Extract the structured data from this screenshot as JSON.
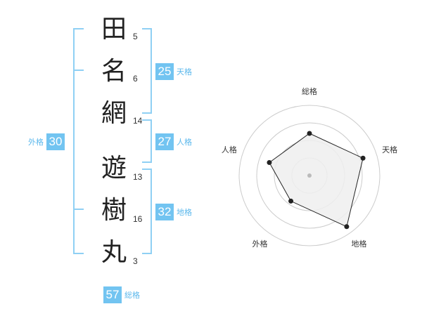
{
  "characters": [
    {
      "char": "田",
      "strokes": "5"
    },
    {
      "char": "名",
      "strokes": "6"
    },
    {
      "char": "網",
      "strokes": "14"
    },
    {
      "char": "遊",
      "strokes": "13"
    },
    {
      "char": "樹",
      "strokes": "16"
    },
    {
      "char": "丸",
      "strokes": "3"
    }
  ],
  "kaku": {
    "tenkaku": {
      "label": "天格",
      "value": "25"
    },
    "jinkaku": {
      "label": "人格",
      "value": "27"
    },
    "chikaku": {
      "label": "地格",
      "value": "32"
    },
    "gaikaku": {
      "label": "外格",
      "value": "30"
    },
    "soukaku": {
      "label": "総格",
      "value": "57"
    }
  },
  "chart_data": {
    "type": "radar",
    "axes": [
      "総格",
      "天格",
      "地格",
      "外格",
      "人格"
    ],
    "values": [
      0.6,
      0.8,
      0.9,
      0.45,
      0.6
    ],
    "range": [
      0,
      1
    ],
    "rings": 4,
    "colors": {
      "fill": "#eeeeee",
      "line": "#222222",
      "grid": "#cccccc",
      "center": "#bbbbbb"
    }
  }
}
